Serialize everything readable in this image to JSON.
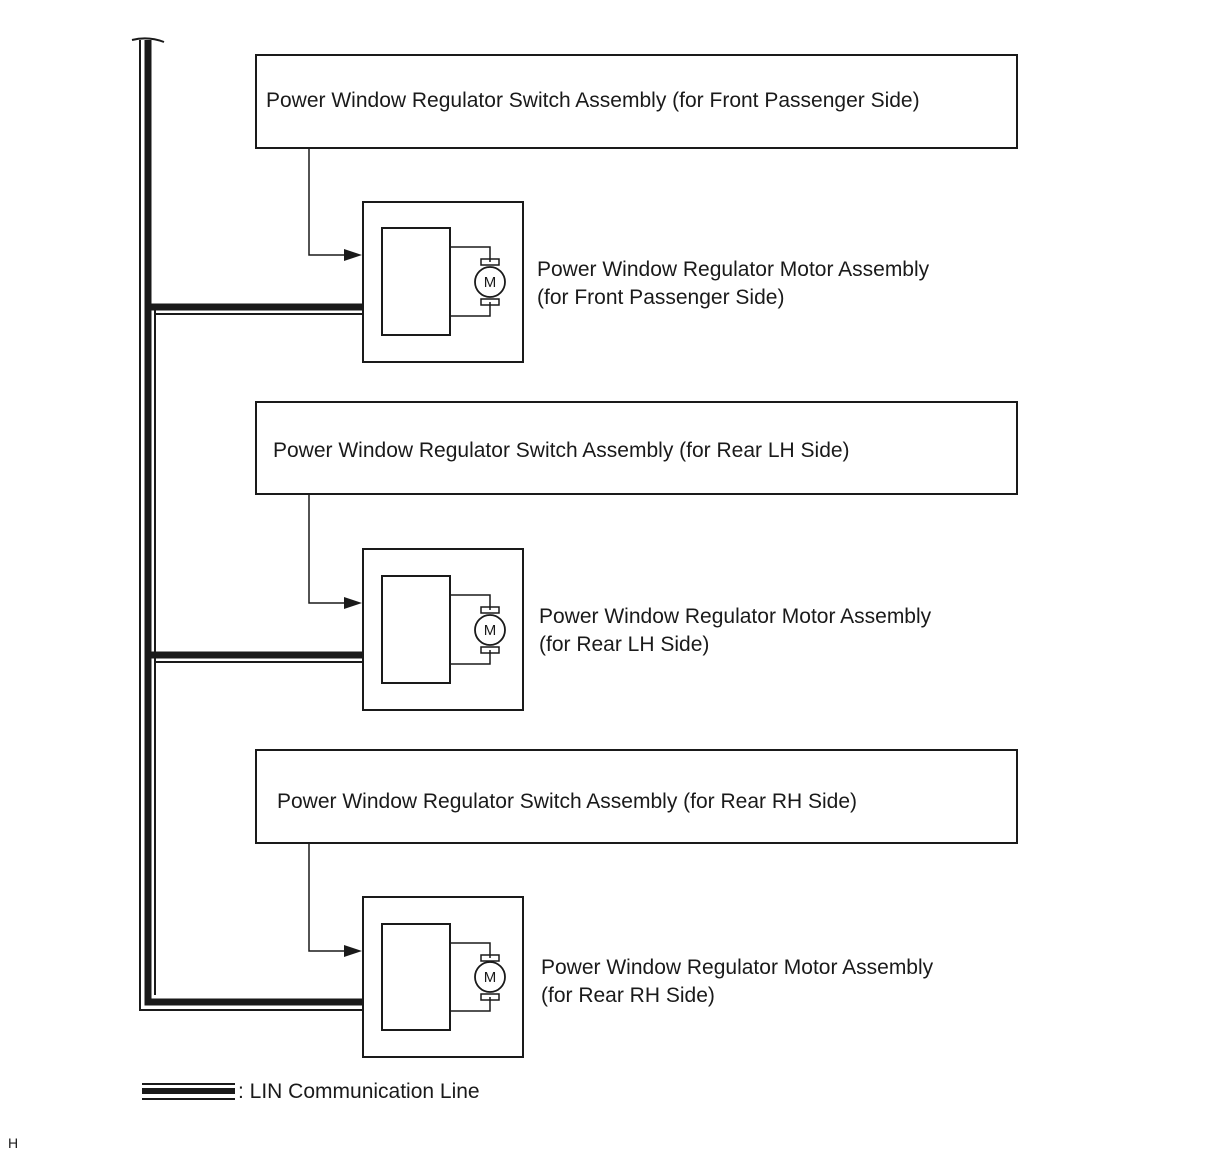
{
  "switches": [
    {
      "label": "Power Window Regulator Switch Assembly (for Front Passenger Side)"
    },
    {
      "label": "Power Window Regulator Switch Assembly (for Rear LH Side)"
    },
    {
      "label": "Power Window Regulator Switch Assembly (for Rear RH Side)"
    }
  ],
  "motors": [
    {
      "line1": "Power Window Regulator Motor Assembly",
      "line2": "(for Front Passenger Side)"
    },
    {
      "line1": "Power Window Regulator Motor Assembly",
      "line2": "(for Rear LH Side)"
    },
    {
      "line1": "Power Window Regulator Motor Assembly",
      "line2": "(for Rear RH Side)"
    }
  ],
  "motor_symbol": "M",
  "legend": {
    "label": ": LIN Communication Line"
  },
  "corner_mark": "H",
  "colors": {
    "line": "#1a1a1a",
    "background": "#ffffff"
  }
}
